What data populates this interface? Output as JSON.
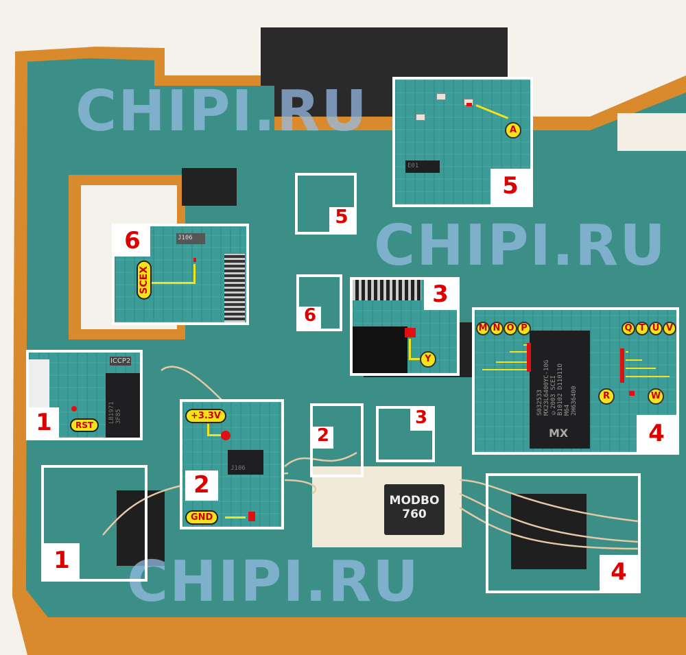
{
  "watermark": "CHIPI.RU",
  "chip": {
    "line1": "MODBO",
    "line2": "760"
  },
  "insets": {
    "i1": {
      "number": "1",
      "label": "RST",
      "chip_text": "LB1971\n3F85",
      "ref": "ICCP2"
    },
    "i2": {
      "number": "2",
      "label_top": "+3.3V",
      "label_bottom": "GND",
      "ref": "J106"
    },
    "i3": {
      "number": "3",
      "label": "Y"
    },
    "i4": {
      "number": "4",
      "pins_left": [
        "M",
        "N",
        "O",
        "P"
      ],
      "pins_right": [
        "Q",
        "T",
        "U",
        "V"
      ],
      "pin_r": "R",
      "pin_w": "W",
      "chip_logo": "MX",
      "chip_text": "S032533\nMX23L6400YC-10G\n©2003 SCEI\nB10102 D11011O\nM64\n2H636400"
    },
    "i5": {
      "number": "5",
      "label": "A",
      "ref": "E01"
    },
    "i6": {
      "number": "6",
      "label": "SCEX",
      "ref": "J106"
    }
  },
  "boxes": {
    "b1": "1",
    "b2": "2",
    "b3": "3",
    "b4": "4",
    "b5": "5",
    "b6": "6"
  },
  "colors": {
    "board": "#3b8f86",
    "edge": "#d98a2c",
    "label_red": "#dd0000",
    "pin_yellow": "#f4e21a",
    "watermark": "#96b9e1"
  }
}
